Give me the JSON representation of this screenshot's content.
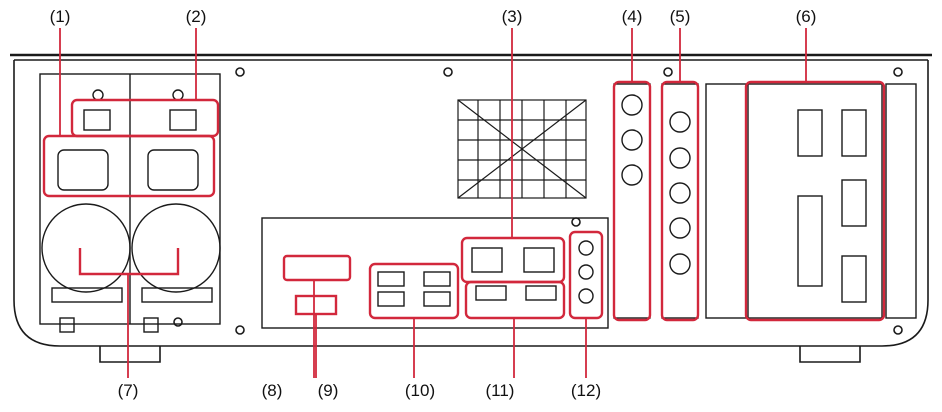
{
  "callouts": [
    {
      "id": 1,
      "label": "(1)"
    },
    {
      "id": 2,
      "label": "(2)"
    },
    {
      "id": 3,
      "label": "(3)"
    },
    {
      "id": 4,
      "label": "(4)"
    },
    {
      "id": 5,
      "label": "(5)"
    },
    {
      "id": 6,
      "label": "(6)"
    },
    {
      "id": 7,
      "label": "(7)"
    },
    {
      "id": 8,
      "label": "(8)"
    },
    {
      "id": 9,
      "label": "(9)"
    },
    {
      "id": 10,
      "label": "(10)"
    },
    {
      "id": 11,
      "label": "(11)"
    },
    {
      "id": 12,
      "label": "(12)"
    }
  ],
  "colors": {
    "highlight": "#d2283c",
    "outline": "#1a1a1a",
    "panel": "#ffffff"
  }
}
